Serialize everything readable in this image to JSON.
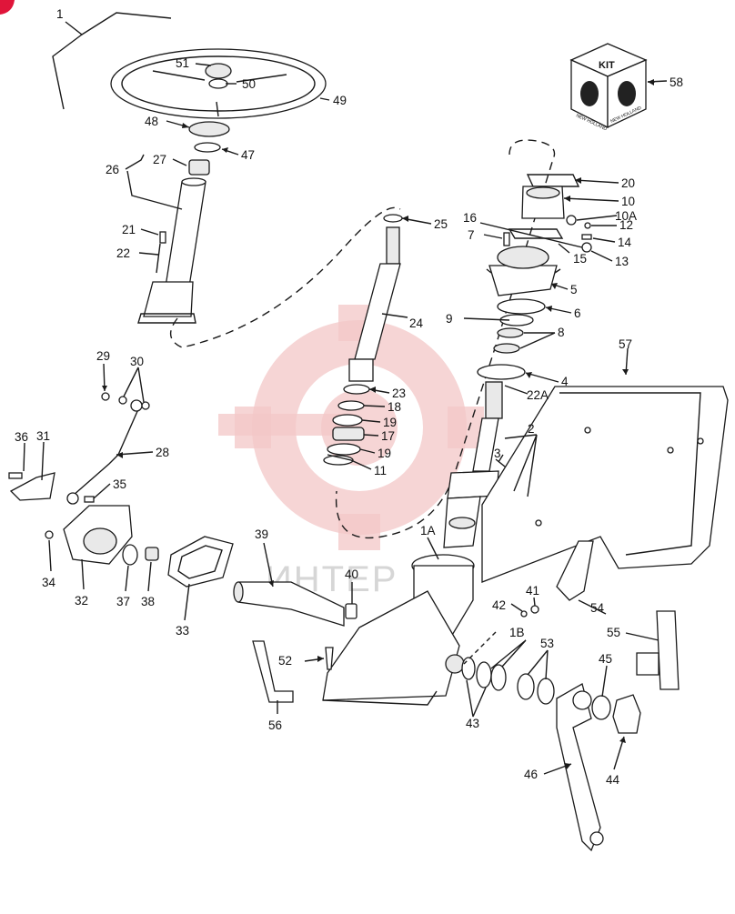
{
  "diagram": {
    "kit_box_text": "KIT",
    "kit_logo_text": "NEW HOLLAND",
    "watermark_text": "ИНТЕР",
    "callouts": {
      "c1": "1",
      "c1A": "1A",
      "c1B": "1B",
      "c2": "2",
      "c3": "3",
      "c4": "4",
      "c5": "5",
      "c6": "6",
      "c7": "7",
      "c8": "8",
      "c9": "9",
      "c10": "10",
      "c10A": "10A",
      "c11": "11",
      "c12": "12",
      "c13": "13",
      "c14": "14",
      "c15": "15",
      "c16": "16",
      "c17": "17",
      "c18": "18",
      "c19a": "19",
      "c19b": "19",
      "c20": "20",
      "c21": "21",
      "c22": "22",
      "c22A": "22A",
      "c23": "23",
      "c24": "24",
      "c25": "25",
      "c26": "26",
      "c27": "27",
      "c28": "28",
      "c29": "29",
      "c30": "30",
      "c31": "31",
      "c32": "32",
      "c33": "33",
      "c34": "34",
      "c35": "35",
      "c36": "36",
      "c37": "37",
      "c38": "38",
      "c39": "39",
      "c40": "40",
      "c41": "41",
      "c42": "42",
      "c43": "43",
      "c44": "44",
      "c45": "45",
      "c46": "46",
      "c47": "47",
      "c48": "48",
      "c49": "49",
      "c50": "50",
      "c51": "51",
      "c52": "52",
      "c53": "53",
      "c54": "54",
      "c55": "55",
      "c56": "56",
      "c57": "57",
      "c58": "58"
    }
  }
}
